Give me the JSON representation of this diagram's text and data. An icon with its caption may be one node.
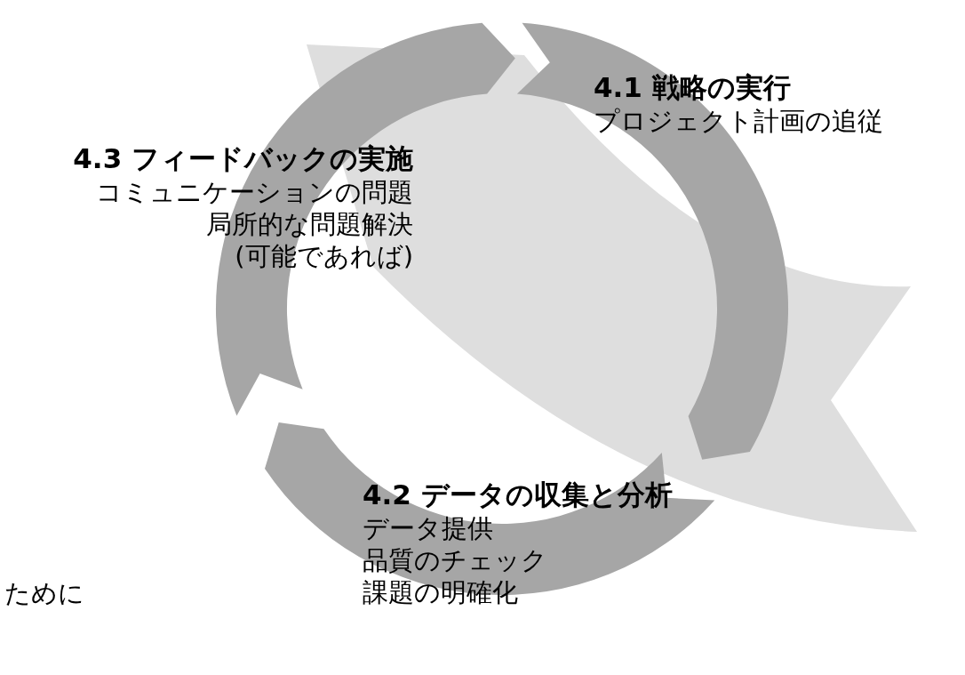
{
  "diagram": {
    "nodes": [
      {
        "text": [
          "4.1 戦略の実行",
          "プロジェクト計画の追従"
        ]
      },
      {
        "text": [
          "4.2 データの収集と分析",
          "データ提供",
          "品質のチェック",
          "課題の明確化"
        ]
      },
      {
        "text": [
          "4.3 フィードバックの実施",
          "コミュニケーションの問題",
          "局所的な問題解決",
          "(可能であれば)"
        ]
      }
    ],
    "labels": [
      "ために"
    ]
  }
}
